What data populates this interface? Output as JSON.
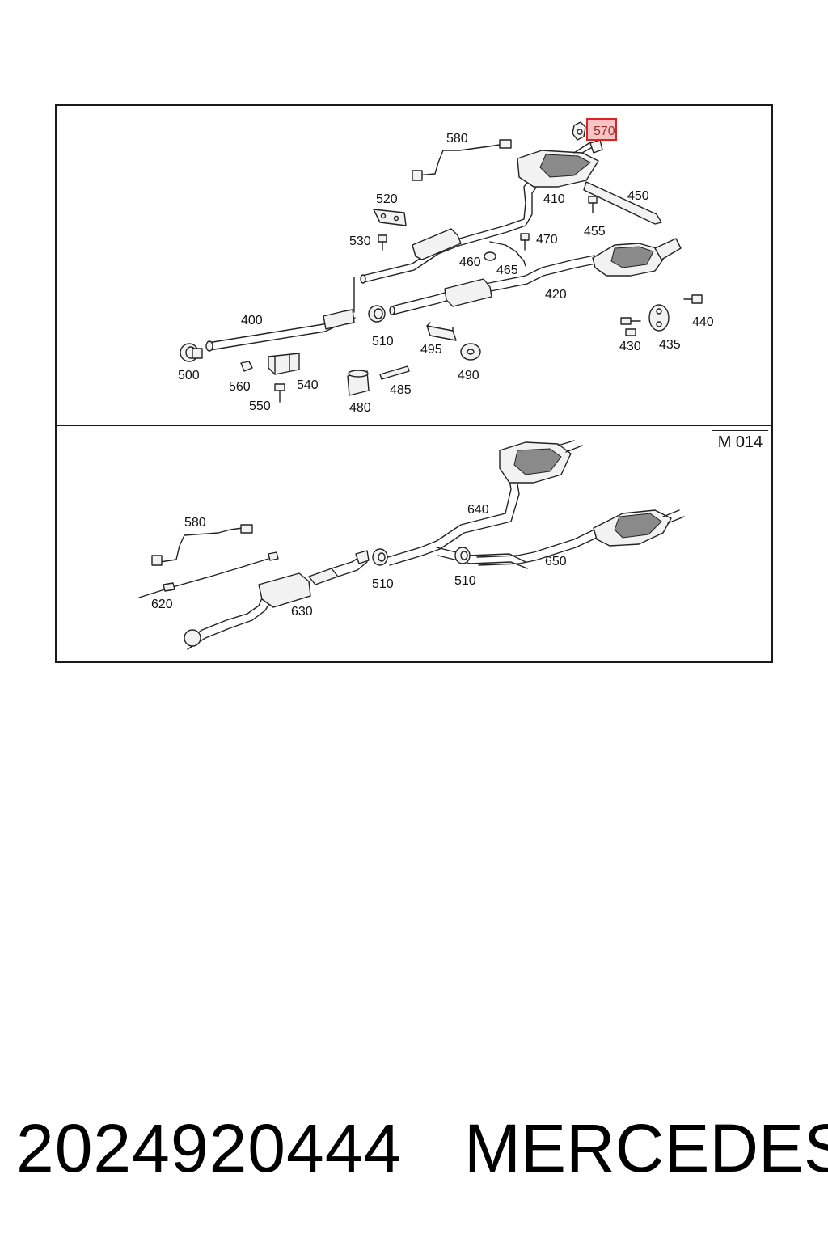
{
  "diagram": {
    "top_panel": {
      "labels": [
        "580",
        "570",
        "520",
        "410",
        "450",
        "530",
        "470",
        "455",
        "460",
        "465",
        "420",
        "400",
        "510",
        "440",
        "495",
        "430",
        "435",
        "500",
        "490",
        "560",
        "540",
        "485",
        "550",
        "480"
      ],
      "highlighted_label": "570"
    },
    "bottom_panel": {
      "section_code": "M 014",
      "labels": [
        "640",
        "580",
        "650",
        "510",
        "510",
        "620",
        "630"
      ]
    }
  },
  "footer": {
    "part_number": "2024920444",
    "brand": "MERCEDES"
  }
}
